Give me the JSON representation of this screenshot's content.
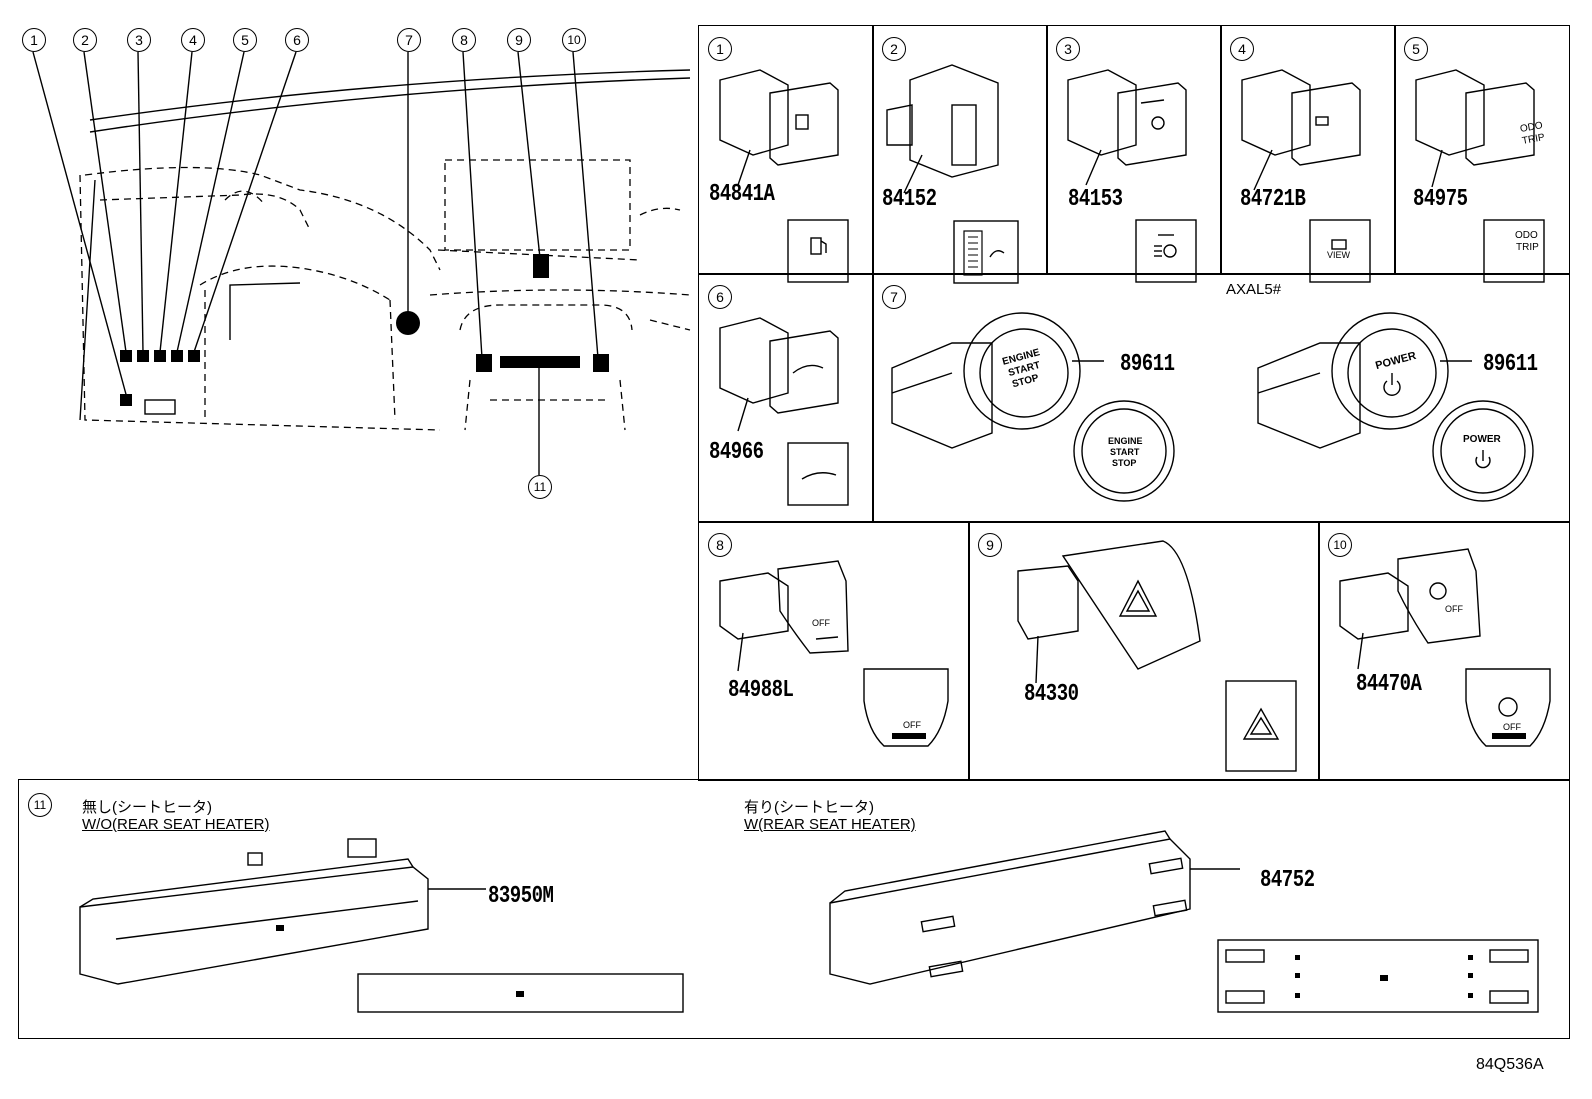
{
  "overview": {
    "callouts": [
      "1",
      "2",
      "3",
      "4",
      "5",
      "6",
      "7",
      "8",
      "9",
      "10",
      "11"
    ]
  },
  "parts": [
    {
      "ref": "1",
      "part_no": "84841A"
    },
    {
      "ref": "2",
      "part_no": "84152"
    },
    {
      "ref": "3",
      "part_no": "84153"
    },
    {
      "ref": "4",
      "part_no": "84721B"
    },
    {
      "ref": "5",
      "part_no": "84975"
    },
    {
      "ref": "6",
      "part_no": "84966"
    },
    {
      "ref": "7",
      "part_no": "89611",
      "note": "AXAL5#",
      "labels_a": [
        "ENGINE",
        "START",
        "STOP"
      ],
      "labels_b": [
        "POWER"
      ]
    },
    {
      "ref": "8",
      "part_no": "84988L",
      "icon_text": "OFF"
    },
    {
      "ref": "9",
      "part_no": "84330"
    },
    {
      "ref": "10",
      "part_no": "84470A",
      "icon_text": "OFF"
    },
    {
      "ref": "11"
    }
  ],
  "switch5_text": [
    "ODO",
    "TRIP"
  ],
  "switch4_text": "VIEW",
  "panel11": {
    "left": {
      "jp": "無し(シートヒータ)",
      "en": "W/O(REAR SEAT HEATER)",
      "part_no": "83950M"
    },
    "right": {
      "jp": "有り(シートヒータ)",
      "en": "W(REAR SEAT HEATER)",
      "part_no": "84752"
    }
  },
  "figure_code": "84Q536A"
}
